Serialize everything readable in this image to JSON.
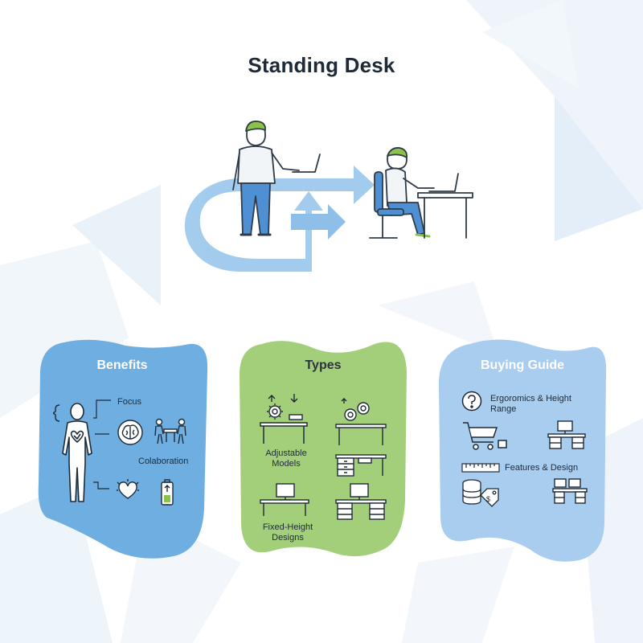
{
  "title": "Standing Desk",
  "colors": {
    "benefits": "#6faee0",
    "types": "#a4cf7a",
    "buying": "#a9cdef",
    "arrow": "#93c3ea",
    "shirt": "#f2f5f8",
    "pants": "#4f8fd4",
    "hair": "#8bc34a",
    "line": "#2f3b48"
  },
  "benefits": {
    "title": "Benefits",
    "focus": "Focus",
    "collaboration": "Colaboration"
  },
  "types": {
    "title": "Types",
    "adjustable": "Adjustable Models",
    "fixed": "Fixed-Height Designs"
  },
  "buying": {
    "title": "Buying Guide",
    "ergonomics": "Ergoromics & Height Range",
    "features": "Features & Design"
  },
  "icons": [
    "standing-person-icon",
    "sitting-person-icon",
    "body-heart-icon",
    "brain-icon",
    "collaboration-icon",
    "heart-icon",
    "battery-icon",
    "gear-arrows-icon",
    "desk-icon",
    "drawer-desk-icon",
    "question-icon",
    "cart-icon",
    "ruler-icon",
    "coins-icon",
    "price-tag-icon",
    "office-desk-icon"
  ]
}
